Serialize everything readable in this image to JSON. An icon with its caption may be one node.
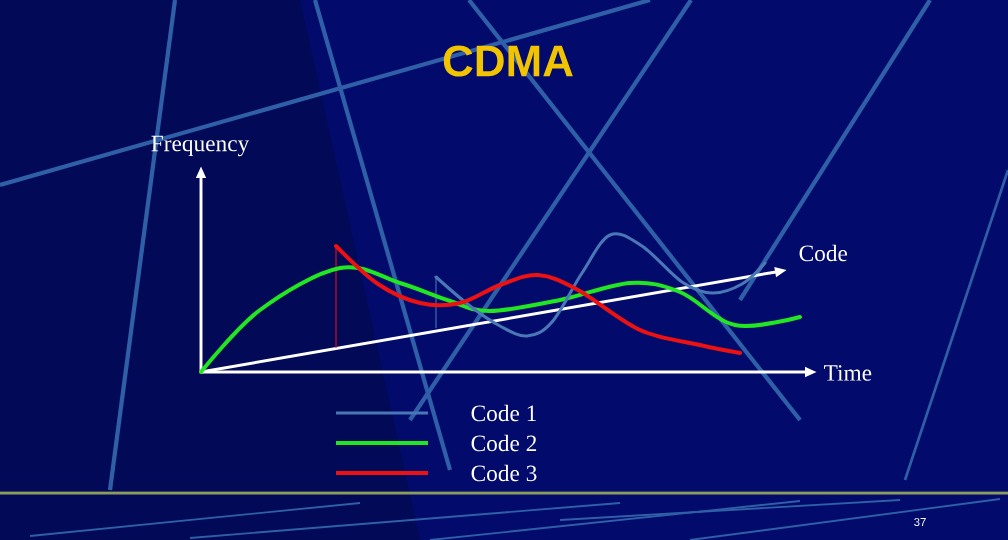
{
  "diagram": {
    "title": "CDMA",
    "labels": [
      "Frequency",
      "Code",
      "Time",
      "37"
    ],
    "legend": [
      {
        "text": "Code 1"
      },
      {
        "text": "Code 2"
      },
      {
        "text": "Code 3"
      }
    ]
  }
}
